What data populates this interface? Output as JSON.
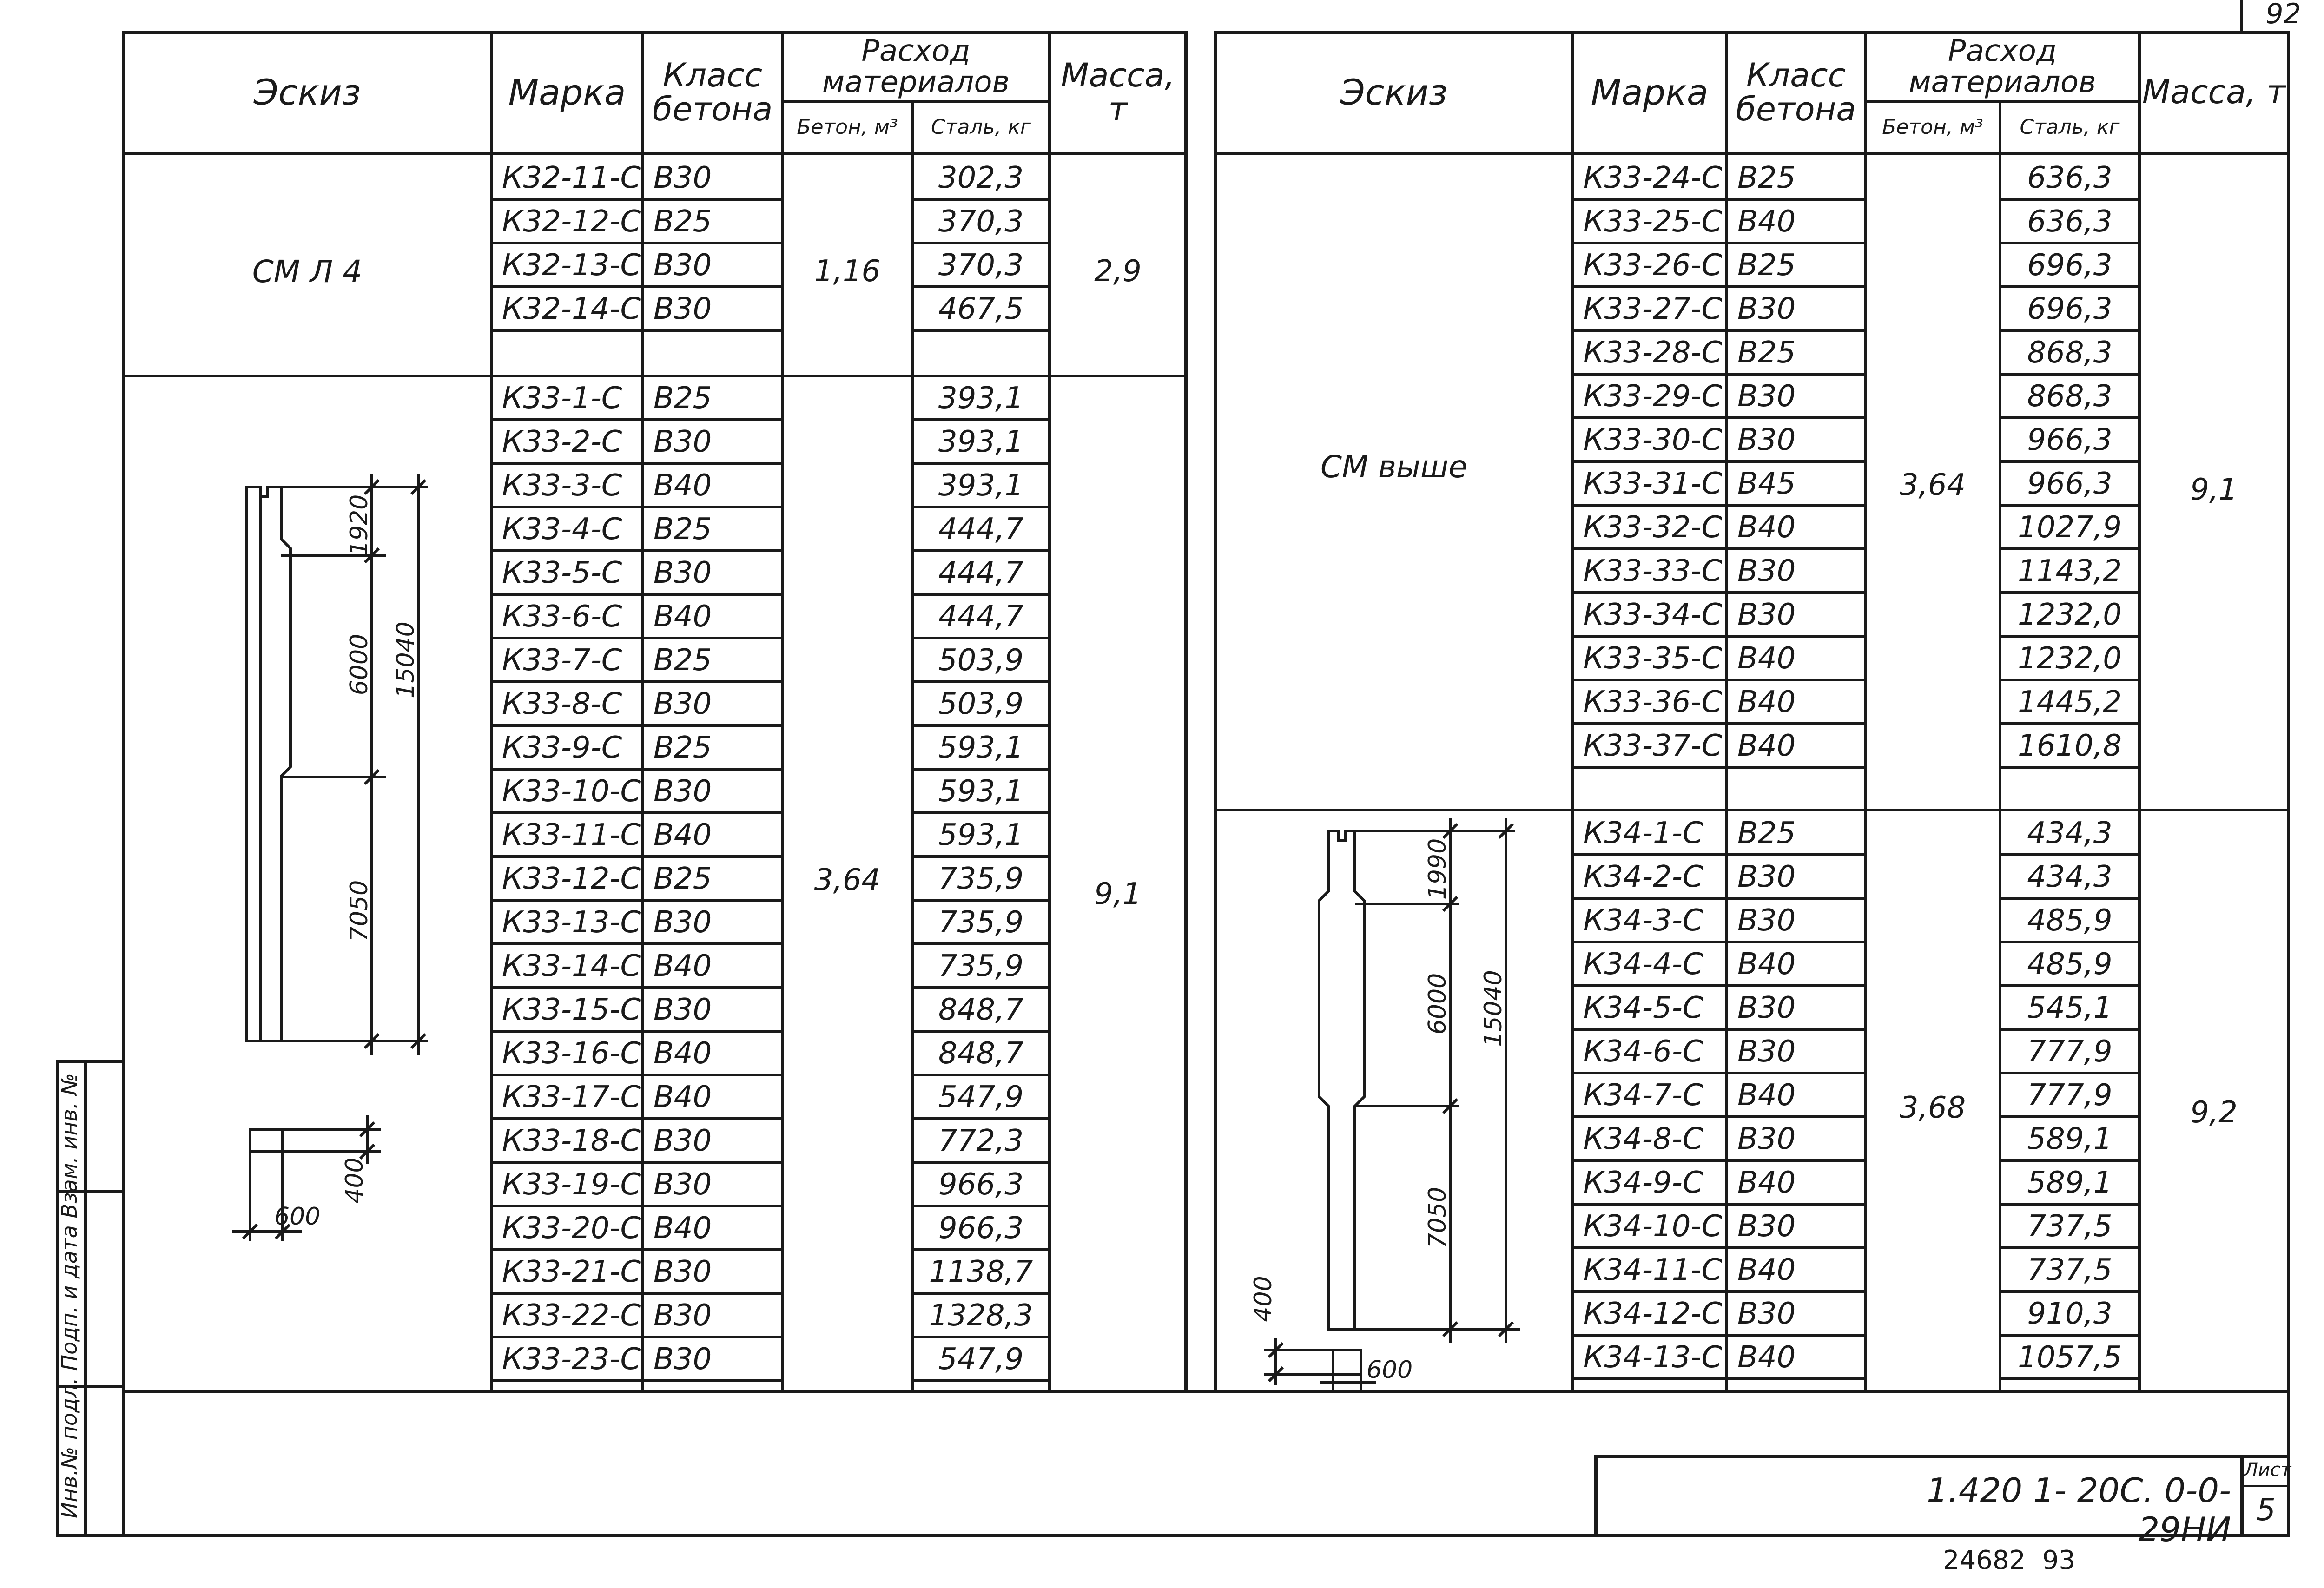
{
  "sheet": {
    "corner_number": "92",
    "drawing_code": "1.420 1- 20С. 0-0- 29НИ",
    "sheet_label": "Лист",
    "sheet_number": "5",
    "bottom_numbers": "24682  93",
    "left_stamp": "Инв.№ подл.  Подп. и дата  Взам. инв. №"
  },
  "headers": {
    "sketch": "Эскиз",
    "mark": "Марка",
    "concrete_class": "Класс бетона",
    "materials": "Расход материалов",
    "concrete_m3": "Бетон, м³",
    "steel_kg": "Сталь, кг",
    "mass": "Масса, т"
  },
  "left_table": {
    "group1": {
      "sketch_note": "СМ Л 4",
      "concrete": "1,16",
      "mass": "2,9",
      "rows": [
        {
          "mark": "К32-11-С",
          "class": "В30",
          "steel": "302,3"
        },
        {
          "mark": "К32-12-С",
          "class": "В25",
          "steel": "370,3"
        },
        {
          "mark": "К32-13-С",
          "class": "В30",
          "steel": "370,3"
        },
        {
          "mark": "К32-14-С",
          "class": "В30",
          "steel": "467,5"
        }
      ]
    },
    "group2": {
      "concrete": "3,64",
      "mass": "9,1",
      "rows": [
        {
          "mark": "К33-1-С",
          "class": "В25",
          "steel": "393,1"
        },
        {
          "mark": "К33-2-С",
          "class": "В30",
          "steel": "393,1"
        },
        {
          "mark": "К33-3-С",
          "class": "В40",
          "steel": "393,1"
        },
        {
          "mark": "К33-4-С",
          "class": "В25",
          "steel": "444,7"
        },
        {
          "mark": "К33-5-С",
          "class": "В30",
          "steel": "444,7"
        },
        {
          "mark": "К33-6-С",
          "class": "В40",
          "steel": "444,7"
        },
        {
          "mark": "К33-7-С",
          "class": "В25",
          "steel": "503,9"
        },
        {
          "mark": "К33-8-С",
          "class": "В30",
          "steel": "503,9"
        },
        {
          "mark": "К33-9-С",
          "class": "В25",
          "steel": "593,1"
        },
        {
          "mark": "К33-10-С",
          "class": "В30",
          "steel": "593,1"
        },
        {
          "mark": "К33-11-С",
          "class": "В40",
          "steel": "593,1"
        },
        {
          "mark": "К33-12-С",
          "class": "В25",
          "steel": "735,9"
        },
        {
          "mark": "К33-13-С",
          "class": "В30",
          "steel": "735,9"
        },
        {
          "mark": "К33-14-С",
          "class": "В40",
          "steel": "735,9"
        },
        {
          "mark": "К33-15-С",
          "class": "В30",
          "steel": "848,7"
        },
        {
          "mark": "К33-16-С",
          "class": "В40",
          "steel": "848,7"
        },
        {
          "mark": "К33-17-С",
          "class": "В40",
          "steel": "547,9"
        },
        {
          "mark": "К33-18-С",
          "class": "В30",
          "steel": "772,3"
        },
        {
          "mark": "К33-19-С",
          "class": "В30",
          "steel": "966,3"
        },
        {
          "mark": "К33-20-С",
          "class": "В40",
          "steel": "966,3"
        },
        {
          "mark": "К33-21-С",
          "class": "В30",
          "steel": "1138,7"
        },
        {
          "mark": "К33-22-С",
          "class": "В30",
          "steel": "1328,3"
        },
        {
          "mark": "К33-23-С",
          "class": "В30",
          "steel": "547,9"
        }
      ],
      "dims": {
        "d1": "1920",
        "d2": "6000",
        "d3": "15040",
        "d4": "7050",
        "d5": "600",
        "d6": "400"
      }
    }
  },
  "right_table": {
    "group1": {
      "sketch_note": "СМ выше",
      "concrete": "3,64",
      "mass": "9,1",
      "rows": [
        {
          "mark": "К33-24-С",
          "class": "В25",
          "steel": "636,3"
        },
        {
          "mark": "К33-25-С",
          "class": "В40",
          "steel": "636,3"
        },
        {
          "mark": "К33-26-С",
          "class": "В25",
          "steel": "696,3"
        },
        {
          "mark": "К33-27-С",
          "class": "В30",
          "steel": "696,3"
        },
        {
          "mark": "К33-28-С",
          "class": "В25",
          "steel": "868,3"
        },
        {
          "mark": "К33-29-С",
          "class": "В30",
          "steel": "868,3"
        },
        {
          "mark": "К33-30-С",
          "class": "В30",
          "steel": "966,3"
        },
        {
          "mark": "К33-31-С",
          "class": "В45",
          "steel": "966,3"
        },
        {
          "mark": "К33-32-С",
          "class": "В40",
          "steel": "1027,9"
        },
        {
          "mark": "К33-33-С",
          "class": "В30",
          "steel": "1143,2"
        },
        {
          "mark": "К33-34-С",
          "class": "В30",
          "steel": "1232,0"
        },
        {
          "mark": "К33-35-С",
          "class": "В40",
          "steel": "1232,0"
        },
        {
          "mark": "К33-36-С",
          "class": "В40",
          "steel": "1445,2"
        },
        {
          "mark": "К33-37-С",
          "class": "В40",
          "steel": "1610,8"
        }
      ]
    },
    "group2": {
      "concrete": "3,68",
      "mass": "9,2",
      "rows": [
        {
          "mark": "К34-1-С",
          "class": "В25",
          "steel": "434,3"
        },
        {
          "mark": "К34-2-С",
          "class": "В30",
          "steel": "434,3"
        },
        {
          "mark": "К34-3-С",
          "class": "В30",
          "steel": "485,9"
        },
        {
          "mark": "К34-4-С",
          "class": "В40",
          "steel": "485,9"
        },
        {
          "mark": "К34-5-С",
          "class": "В30",
          "steel": "545,1"
        },
        {
          "mark": "К34-6-С",
          "class": "В30",
          "steel": "777,9"
        },
        {
          "mark": "К34-7-С",
          "class": "В40",
          "steel": "777,9"
        },
        {
          "mark": "К34-8-С",
          "class": "В30",
          "steel": "589,1"
        },
        {
          "mark": "К34-9-С",
          "class": "В40",
          "steel": "589,1"
        },
        {
          "mark": "К34-10-С",
          "class": "В30",
          "steel": "737,5"
        },
        {
          "mark": "К34-11-С",
          "class": "В40",
          "steel": "737,5"
        },
        {
          "mark": "К34-12-С",
          "class": "В30",
          "steel": "910,3"
        },
        {
          "mark": "К34-13-С",
          "class": "В40",
          "steel": "1057,5"
        }
      ],
      "dims": {
        "d1": "1990",
        "d2": "6000",
        "d3": "15040",
        "d4": "7050",
        "d5": "400",
        "d6": "600"
      }
    }
  }
}
